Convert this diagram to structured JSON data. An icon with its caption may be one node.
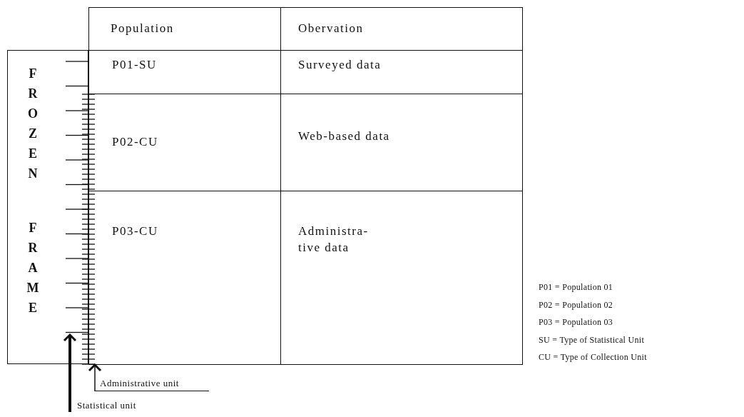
{
  "diagram": {
    "nodes": [
      {
        "text": [
          "FROZEN",
          "FRAME"
        ]
      },
      {
        "text": [
          "Population"
        ]
      },
      {
        "text": [
          "Obervation"
        ]
      },
      {
        "text": [
          "P01-SU"
        ]
      },
      {
        "text": [
          "Surveyed data"
        ]
      },
      {
        "text": [
          "P02-CU"
        ]
      },
      {
        "text": [
          "Web-based data"
        ]
      },
      {
        "text": [
          "P03-CU"
        ]
      },
      {
        "text": [
          "Administra- tive data"
        ]
      },
      {
        "text": [
          "Statistical unit"
        ]
      },
      {
        "text": [
          "Administrative unit"
        ]
      },
      {
        "text": [],
        "shape": "ruler",
        "in": 0
      },
      {
        "text": [],
        "shape": "ruler"
      }
    ],
    "edges": [
      {
        "from": 9,
        "to": 11,
        "arrow": "to",
        "style": "thick"
      },
      {
        "from": 10,
        "to": 12,
        "arrow": "to"
      }
    ],
    "labels": [
      "P01 = Population 01",
      "P02 = Population 02",
      "P03 = Population 03",
      "SU = Type of Statistical Unit",
      "CU = Type of Collection Unit"
    ]
  }
}
